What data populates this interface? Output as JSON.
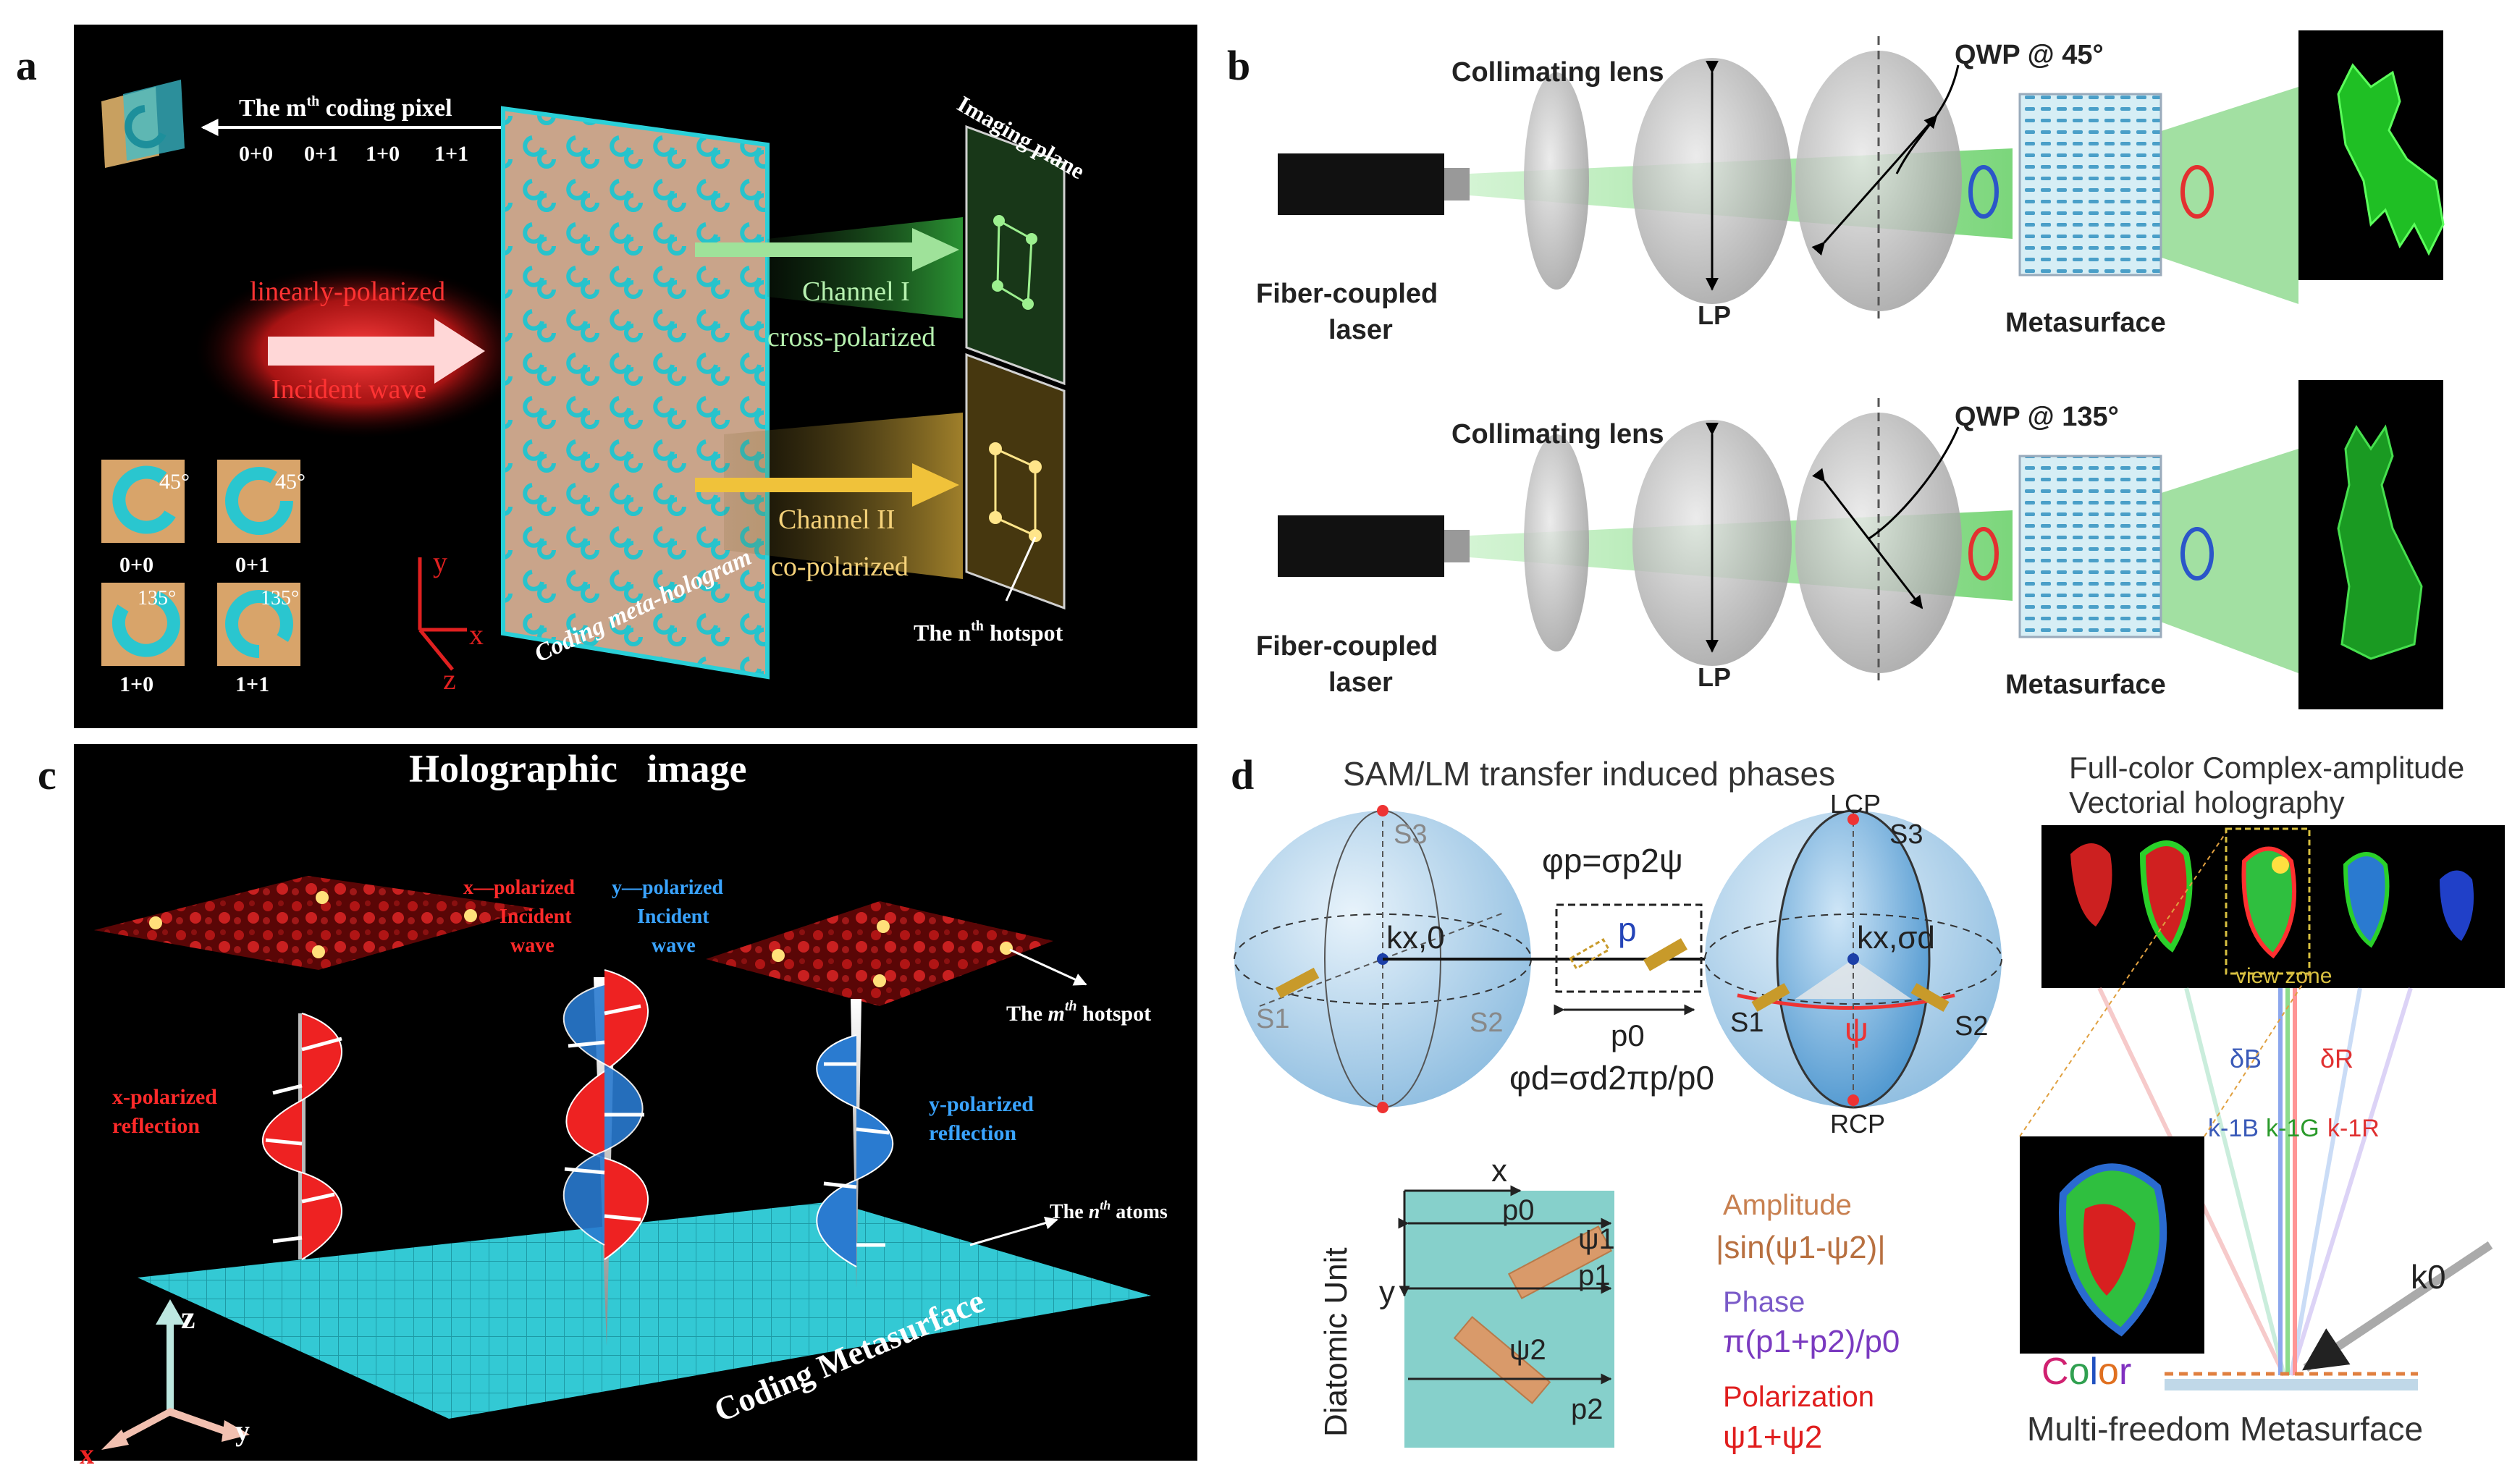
{
  "panel_labels": {
    "a": "a",
    "b": "b",
    "c": "c",
    "d": "d"
  },
  "panel_a": {
    "coding_pixel_title": "The m",
    "coding_pixel_sup": "th",
    "coding_pixel_rest": " coding pixel",
    "codes": [
      "0+0",
      "0+1",
      "1+0",
      "1+1"
    ],
    "imaging_plane": "Imaging plane",
    "incident_line1": "linearly-polarized",
    "incident_line2": "Incident wave",
    "channel1_line1": "Channel I",
    "channel1_line2": "cross-polarized",
    "channel2_line1": "Channel II",
    "channel2_line2": "co-polarized",
    "hologram_label": "Coding meta-hologram",
    "hotspot_pre": "The n",
    "hotspot_sup": "th",
    "hotspot_post": " hotspot",
    "angle_45": "45°",
    "angle_135": "135°",
    "axis_x": "x",
    "axis_y": "y",
    "axis_z": "z"
  },
  "panel_b": {
    "collimating_lens": "Collimating lens",
    "qwp_45": "QWP @ 45°",
    "qwp_135": "QWP @ 135°",
    "laser_line1": "Fiber-coupled",
    "laser_line2": "laser",
    "lp": "LP",
    "metasurface": "Metasurface"
  },
  "panel_c": {
    "title": "Holographic   image",
    "x_incident": [
      "x—polarized",
      "Incident",
      "wave"
    ],
    "y_incident": [
      "y—polarized",
      "Incident",
      "wave"
    ],
    "mth_hotspot_pre": "The ",
    "mth_hotspot_var": "m",
    "mth_hotspot_sup": "th",
    "mth_hotspot_post": " hotspot",
    "x_reflection": [
      "x-polarized",
      "reflection"
    ],
    "y_reflection": [
      "y-polarized",
      "reflection"
    ],
    "nth_atoms_pre": "The ",
    "nth_atoms_var": "n",
    "nth_atoms_sup": "th",
    "nth_atoms_post": " atoms",
    "surface_label": "Coding Metasurface",
    "axis_x": "x",
    "axis_y": "y",
    "axis_z": "z"
  },
  "panel_d": {
    "title": "SAM/LM transfer induced phases",
    "s3": "S3",
    "s1": "S1",
    "s2": "S2",
    "k_left": "kx,0",
    "k_right": "kx,σd",
    "lcp": "LCP",
    "rcp": "RCP",
    "phi_p": "φp=σp2ψ",
    "p": "p",
    "p0": "p0",
    "phi_d": "φd=σd2πp/p0",
    "psi": "ψ",
    "diatomic": "Diatomic Unit",
    "unit_x": "x",
    "unit_y": "y",
    "unit_p0": "p0",
    "unit_p1": "p1",
    "unit_p2": "p2",
    "unit_psi1": "ψ1",
    "unit_psi2": "ψ2",
    "amplitude_label": "Amplitude",
    "amplitude_formula": "|sin(ψ1-ψ2)|",
    "phase_label": "Phase",
    "phase_formula": "π(p1+p2)/p0",
    "polarization_label": "Polarization",
    "polarization_formula": "ψ1+ψ2",
    "fullcolor_line1": "Full-color Complex-amplitude",
    "fullcolor_line2": "Vectorial holography",
    "view_zone": "view zone",
    "delta_b": "δB",
    "delta_r": "δR",
    "k1b": "k-1B",
    "k1g": "k-1G",
    "k1r": "k-1R",
    "k0": "k0",
    "color": "Color",
    "multi_freedom": "Multi-freedom Metasurface"
  },
  "colors": {
    "channel_green": "#38d64a",
    "channel_gold": "#e8b830",
    "metasurface_cyan": "#35c7d0",
    "incident_red": "#ff2b2b"
  }
}
